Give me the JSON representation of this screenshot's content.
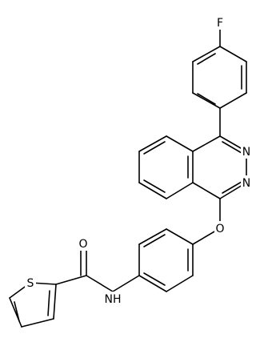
{
  "colors": {
    "background": "#ffffff",
    "bond": "#000000",
    "label": "#000000"
  },
  "atoms": {
    "fluorine": "F",
    "phthalazine_n_upper": "N",
    "phthalazine_n_lower": "N",
    "ether_oxygen": "O",
    "carbonyl_oxygen": "O",
    "amide_nitrogen": "NH",
    "thiophene_sulfur": "S"
  }
}
